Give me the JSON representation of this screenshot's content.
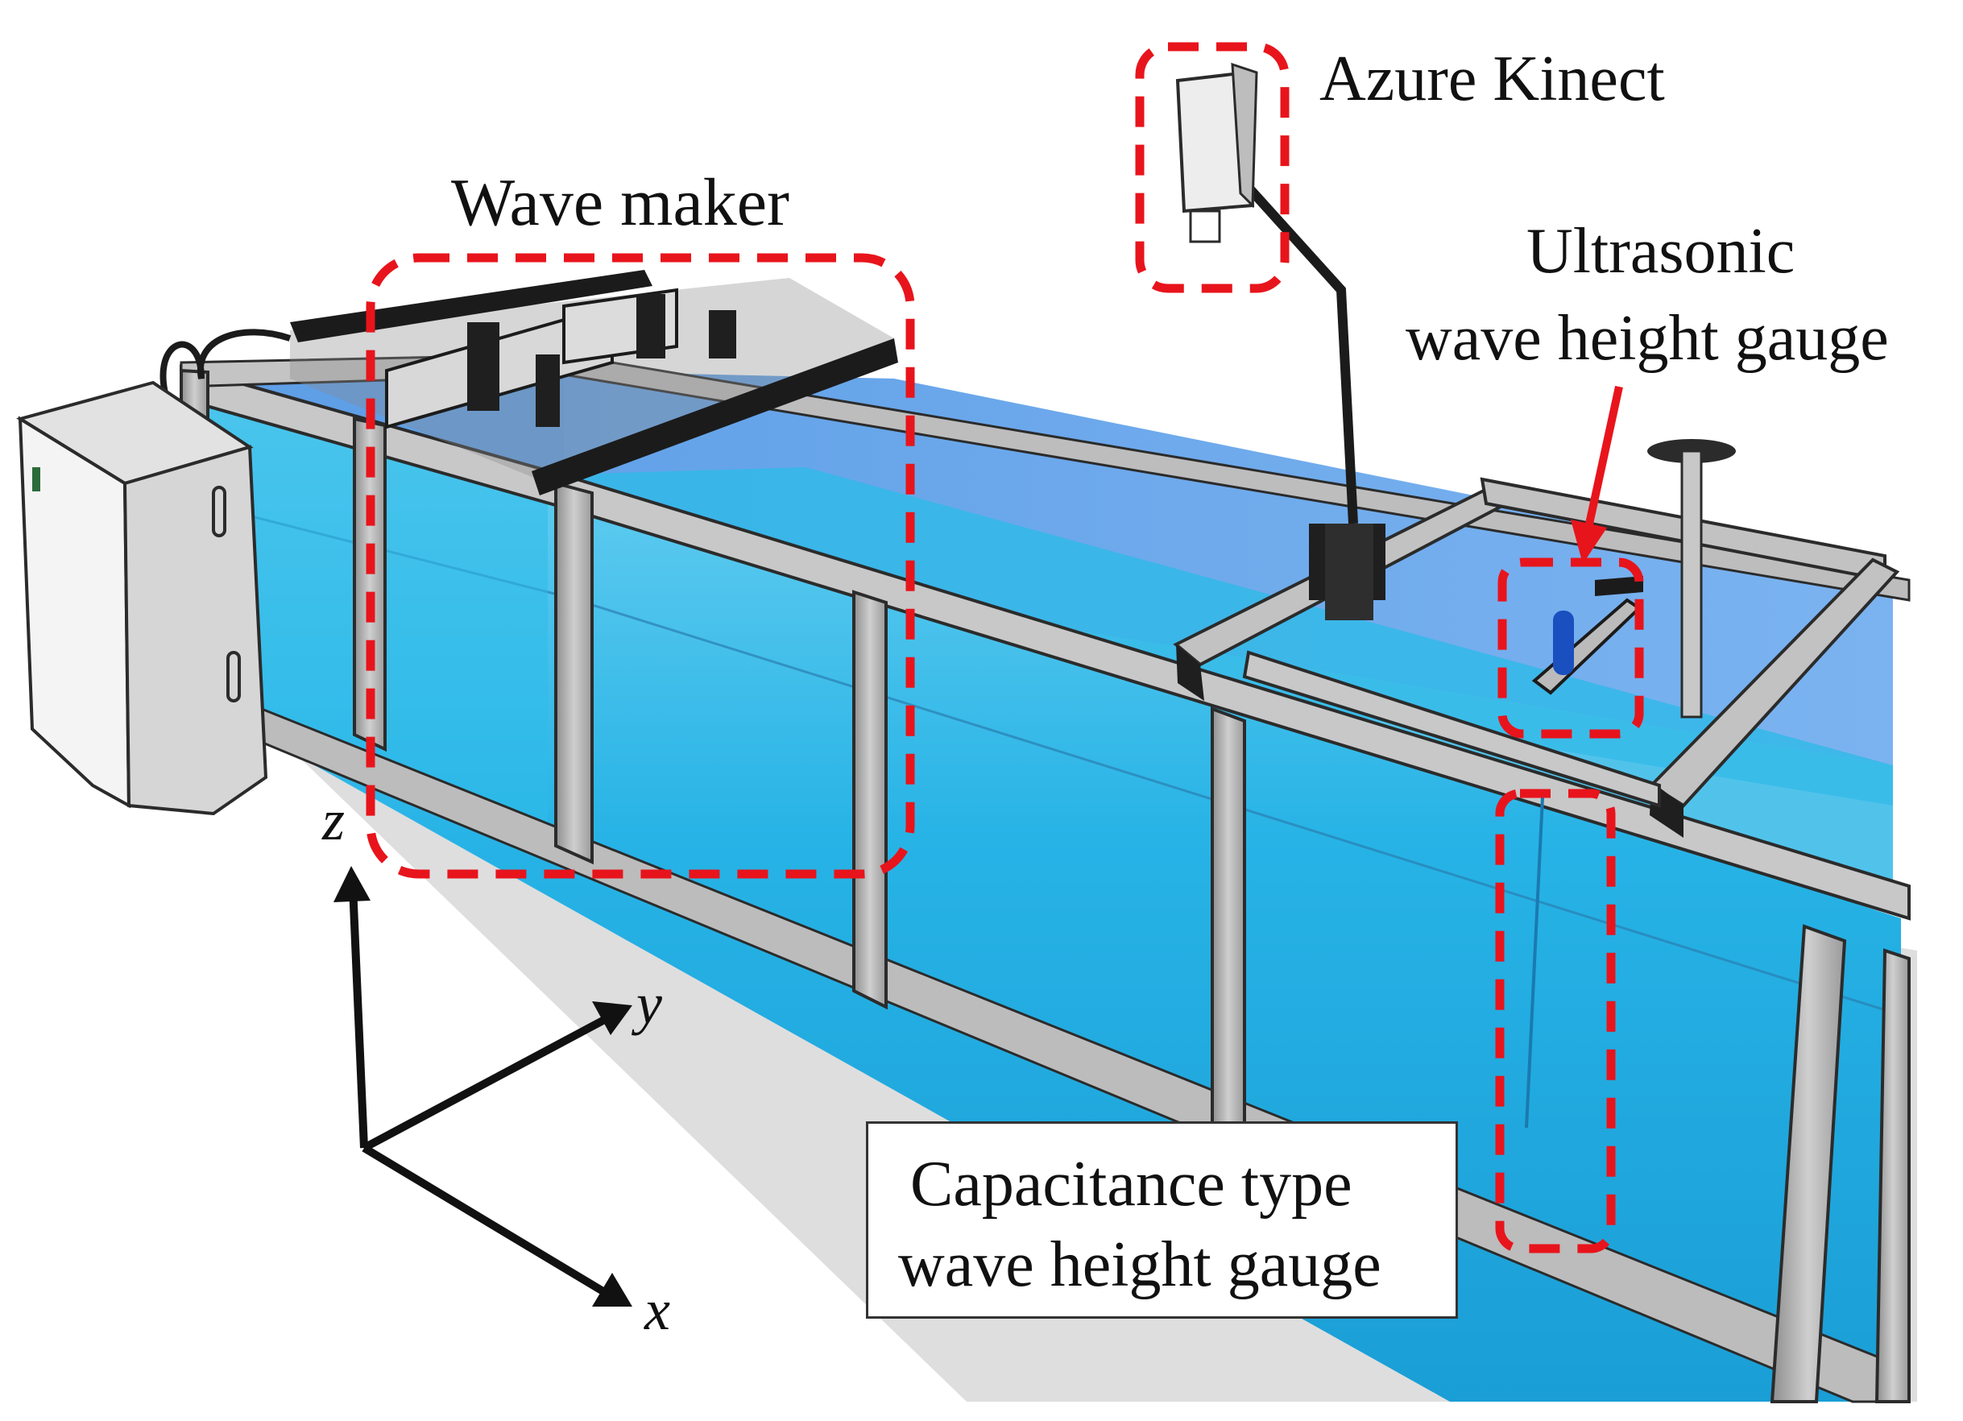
{
  "labels": {
    "wave_maker": "Wave maker",
    "azure_kinect": "Azure Kinect",
    "ultrasonic_line1": "Ultrasonic",
    "ultrasonic_line2": "wave height gauge",
    "capacitance_line1": "Capacitance type",
    "capacitance_line2": "wave height gauge"
  },
  "axes": {
    "z": "z",
    "y": "y",
    "x": "x"
  },
  "colors": {
    "highlight": "#e8141c",
    "water": "#29b6e6",
    "water_deep": "#1598cf",
    "frame": "#b4b4b4",
    "frame_edge": "#2b2b2b",
    "axis": "#111111"
  }
}
